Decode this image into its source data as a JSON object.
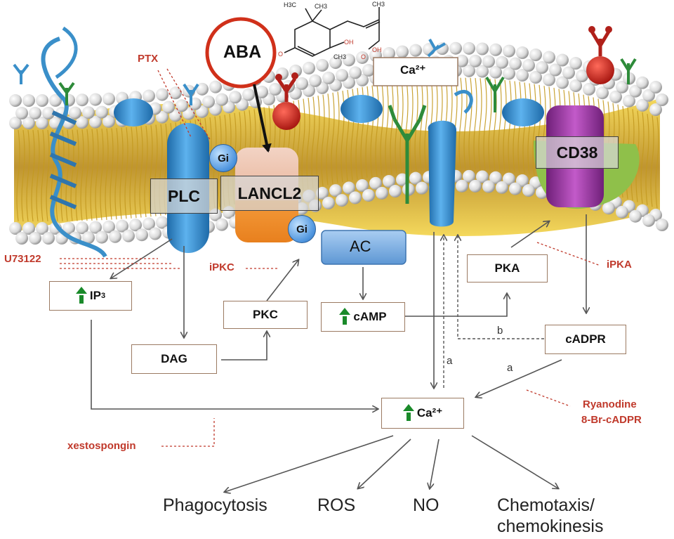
{
  "ligand": {
    "label": "ABA"
  },
  "molecule": {
    "atom_labels": [
      "H3C",
      "CH3",
      "CH3",
      "OH",
      "CH3",
      "O",
      "OH",
      "O"
    ]
  },
  "membrane": {
    "proteins": {
      "plc": "PLC",
      "lancl2": "LANCL2",
      "cd38": "CD38"
    },
    "gi_top": "Gi",
    "gi_bottom": "Gi",
    "ac": "AC",
    "calcium_ext": "Ca²⁺"
  },
  "boxes": {
    "ip3": "IP",
    "ip3_sub": "3",
    "dag": "DAG",
    "pkc": "PKC",
    "camp": "cAMP",
    "pka": "PKA",
    "cadpr": "cADPR",
    "ca_int": "Ca²⁺"
  },
  "inhibitors": {
    "ptx": "PTX",
    "u73122": "U73122",
    "ipkc": "iPKC",
    "ipka": "iPKA",
    "ryanodine": "Ryanodine",
    "br_cadpr": "8-Br-cADPR",
    "xestospongin": "xestospongin"
  },
  "arrow_labels": {
    "a1": "a",
    "a2": "a",
    "b": "b"
  },
  "outcomes": {
    "phagocytosis": "Phagocytosis",
    "ros": "ROS",
    "no": "NO",
    "chemotaxis": "Chemotaxis/",
    "chemokinesis": "chemokinesis"
  },
  "colors": {
    "inhibitor_red": "#c0392b",
    "up_arrow_green": "#1a8a2a",
    "box_border": "#9b7a62",
    "membrane_tail": "#e8c23a",
    "protein_blue": "#3d8fd0",
    "cd38_purple": "#9b3d9f",
    "lancl2_orange": "#f08a24",
    "ring_red": "#d0301a"
  }
}
